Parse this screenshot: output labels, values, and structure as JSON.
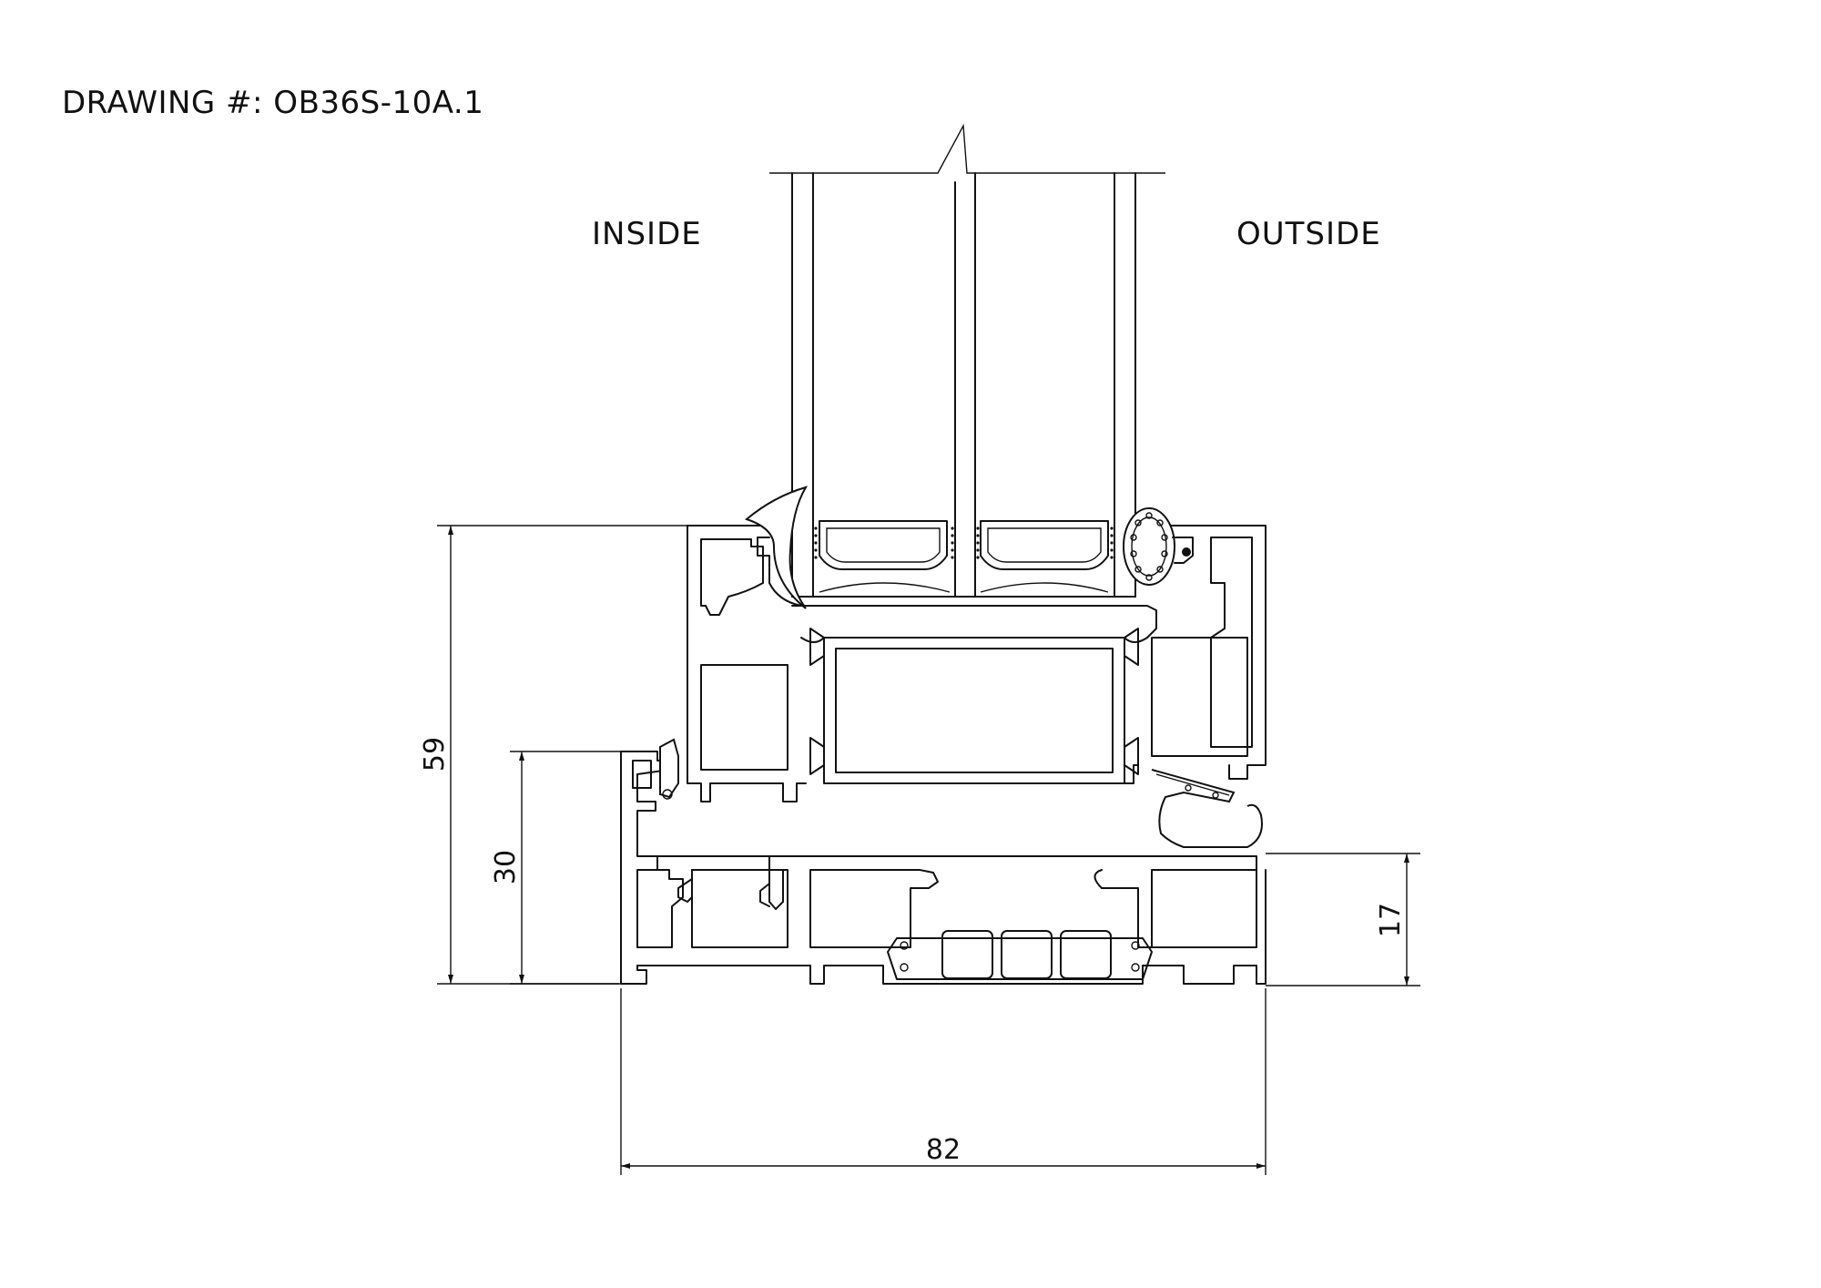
{
  "drawing": {
    "title": "DRAWING #: OB36S-10A.1",
    "inside_label": "INSIDE",
    "outside_label": "OUTSIDE"
  },
  "dimensions": {
    "total_height": "59",
    "frame_height": "30",
    "sill_height": "17",
    "total_width": "82"
  }
}
